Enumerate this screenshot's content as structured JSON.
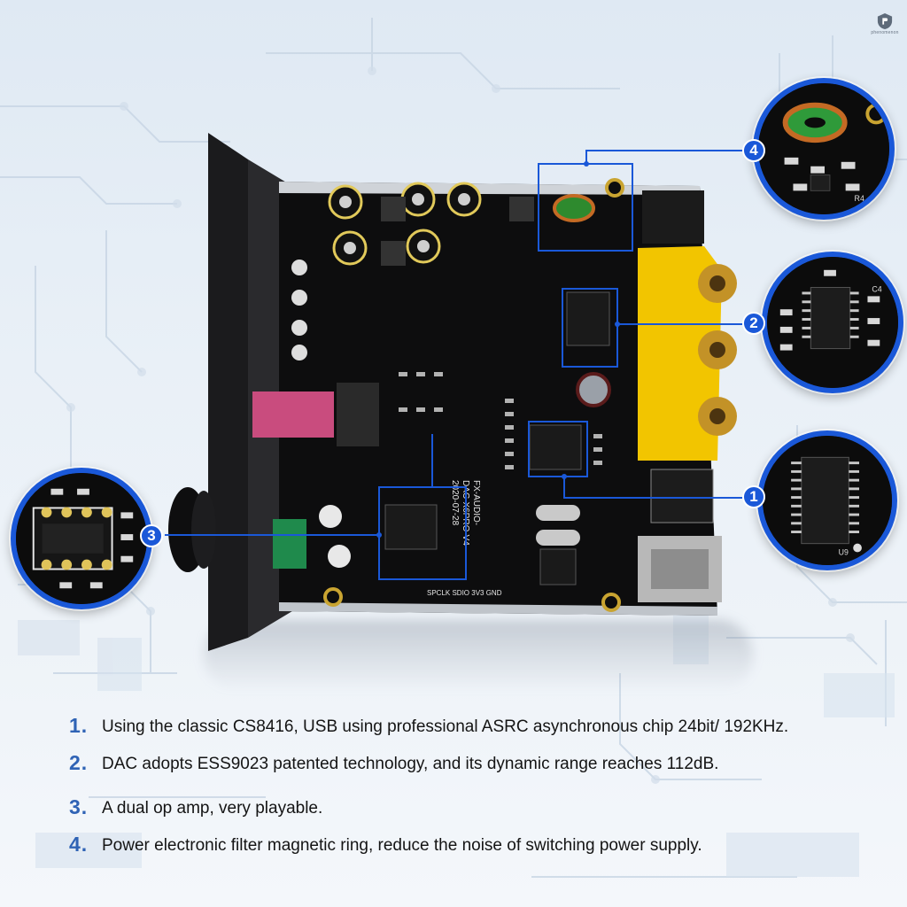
{
  "brand": {
    "name": "phenomenon"
  },
  "colors": {
    "accent": "#1a58d8",
    "feature_number": "#2f63b5",
    "text": "#141414",
    "pcb": "#111111",
    "rca_yellow": "#f2c500",
    "connector_pink": "#c94c7e",
    "connector_green": "#1f8a4c"
  },
  "board": {
    "silkscreen_line1": "FX-AUDIO-",
    "silkscreen_line2": "DAC-X6PRO-V4",
    "silkscreen_date": "2020-07-28",
    "pin_labels": "SPCLK SDIO 3V3 GND"
  },
  "callouts": [
    {
      "number": "1",
      "icon": "soic-chip-icon",
      "chip_label": "U9"
    },
    {
      "number": "2",
      "icon": "chip-with-caps-icon",
      "chip_label": "C4"
    },
    {
      "number": "3",
      "icon": "dip8-opamp-icon",
      "chip_label": ""
    },
    {
      "number": "4",
      "icon": "toroid-inductor-icon",
      "chip_label": "R4"
    }
  ],
  "features": [
    {
      "number": "1.",
      "text": "Using the classic CS8416, USB using professional ASRC asynchronous chip 24bit/ 192KHz."
    },
    {
      "number": "2.",
      "text": "DAC adopts ESS9023 patented technology, and its dynamic range reaches 112dB."
    },
    {
      "number": "3.",
      "text": "A dual op amp, very playable."
    },
    {
      "number": "4.",
      "text": "Power electronic filter magnetic ring, reduce the noise of switching power supply."
    }
  ]
}
